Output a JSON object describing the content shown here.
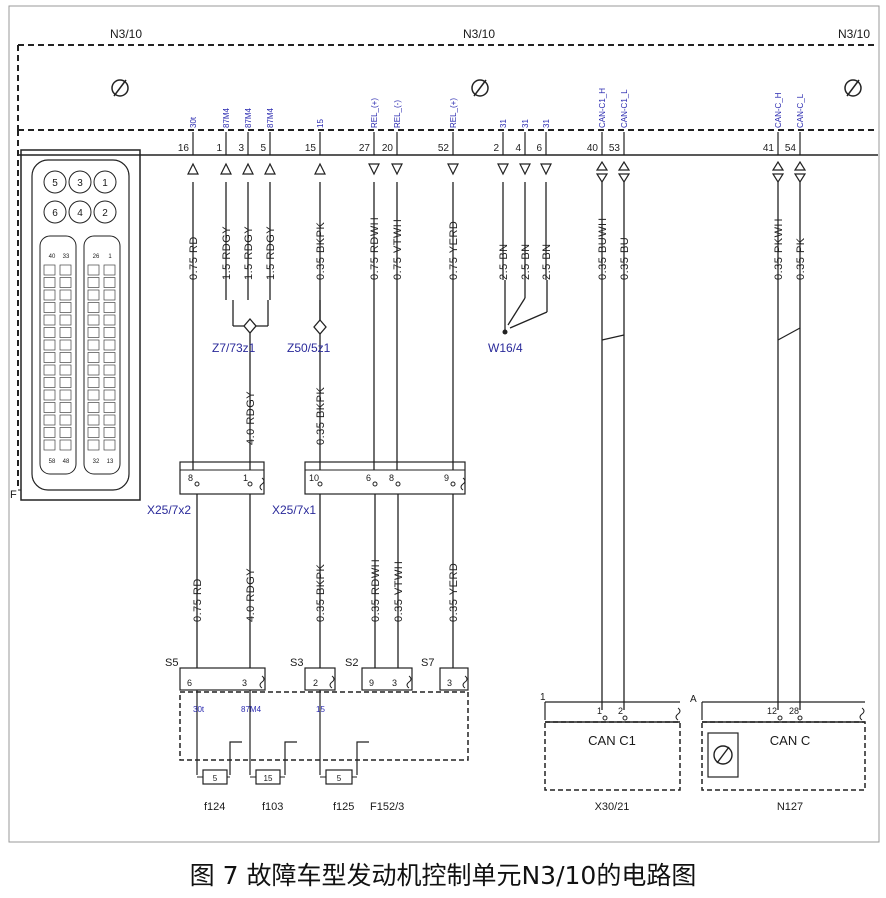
{
  "module": {
    "name_left": "N3/10",
    "name_center": "N3/10",
    "name_right": "N3/10",
    "frame_letter": "F"
  },
  "pins": [
    {
      "num": "16",
      "func": "30t"
    },
    {
      "num": "1",
      "func": "87M4"
    },
    {
      "num": "3",
      "func": "87M4"
    },
    {
      "num": "5",
      "func": "87M4"
    },
    {
      "num": "15",
      "func": "15"
    },
    {
      "num": "27",
      "func": "REL_(+)"
    },
    {
      "num": "20",
      "func": "REL_(-)"
    },
    {
      "num": "52",
      "func": "REL_(+)"
    },
    {
      "num": "2",
      "func": "31"
    },
    {
      "num": "4",
      "func": "31"
    },
    {
      "num": "6",
      "func": "31"
    },
    {
      "num": "40",
      "func": "CAN-C1_H"
    },
    {
      "num": "53",
      "func": "CAN-C1_L"
    },
    {
      "num": "41",
      "func": "CAN-C_H"
    },
    {
      "num": "54",
      "func": "CAN-C_L"
    }
  ],
  "connector_numbers": {
    "top": [
      "5",
      "3",
      "1"
    ],
    "middle": [
      "6",
      "4",
      "2"
    ],
    "col_left": [
      "40",
      "33"
    ],
    "col_right": [
      "26",
      "1"
    ],
    "bottom_left": [
      "58",
      "48"
    ],
    "bottom_right": [
      "32",
      "13"
    ]
  },
  "wires_upper": [
    "0.75 RD",
    "1.5 RDGY",
    "1.5 RDGY",
    "1.5 RDGY",
    "0.35 BKPK",
    "0.75 RDWH",
    "0.75 VTWH",
    "0.75 YERD",
    "2.5 BN",
    "2.5 BN",
    "2.5 BN",
    "0.35 BUWH",
    "0.35 BU",
    "0.35 PKWH",
    "0.35 PK"
  ],
  "splices": {
    "z1": "Z7/73z1",
    "z2": "Z50/5z1",
    "ground": "W16/4"
  },
  "wires_mid": [
    "4.0 RDGY",
    "0.35 BKPK"
  ],
  "connectors": {
    "x2": {
      "name": "X25/7x2",
      "pins": [
        "8",
        "1"
      ]
    },
    "x1": {
      "name": "X25/7x1",
      "pins": [
        "10",
        "6",
        "8",
        "9"
      ]
    }
  },
  "wires_lower": [
    "0.75 RD",
    "4.0 RDGY",
    "0.35 BKPK",
    "0.35 RDWH",
    "0.35 VTWH",
    "0.35 YERD"
  ],
  "fuse_block": {
    "name": "F152/3",
    "sockets": [
      "S5",
      "S3",
      "S2",
      "S7"
    ],
    "socket_pins": [
      "6",
      "3",
      "2",
      "9",
      "3",
      "3"
    ],
    "inner_labels": [
      "30t",
      "87M4",
      "15"
    ],
    "fuses": [
      {
        "rating": "5",
        "name": "f124"
      },
      {
        "rating": "15",
        "name": "f103"
      },
      {
        "rating": "5",
        "name": "f125"
      }
    ]
  },
  "can_boxes": [
    {
      "name": "X30/21",
      "corner": "1",
      "pins": [
        "1",
        "2"
      ],
      "label": "CAN C1"
    },
    {
      "name": "N127",
      "corner": "A",
      "pins": [
        "12",
        "28"
      ],
      "label": "CAN C"
    }
  ],
  "caption": "图 7  故障车型发动机控制单元N3/10的电路图"
}
